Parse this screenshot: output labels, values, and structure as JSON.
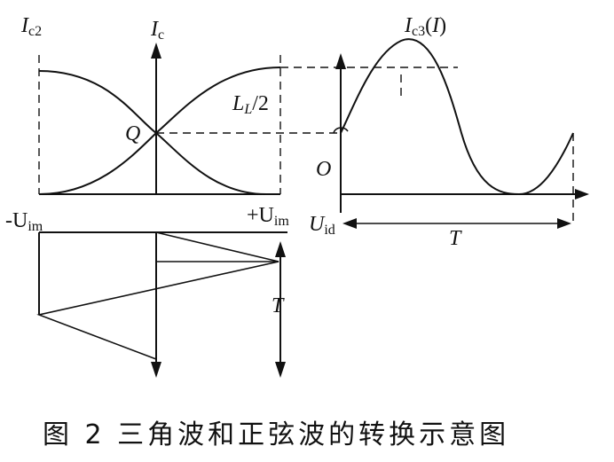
{
  "labels": {
    "ic2": {
      "main": "I",
      "sub": "c2"
    },
    "ic": {
      "main": "I",
      "sub": "c"
    },
    "ic3": {
      "main": "I",
      "sub": "c3",
      "suffix_open": "(",
      "suffix_var": "I",
      "suffix_close": ")"
    },
    "ll2": {
      "main": "L",
      "sub": "L",
      "suffix": "/2"
    },
    "q": "Q",
    "o": "O",
    "uim_neg": {
      "prefix": "-U",
      "sub": "im"
    },
    "uim_pos": {
      "prefix": "+U",
      "sub": "im"
    },
    "uid": {
      "main": "U",
      "sub": "id"
    },
    "t_right": "T",
    "t_left": "T"
  },
  "caption": "图 2   三角波和正弦波的转换示意图",
  "colors": {
    "ink": "#111111",
    "background": "#ffffff"
  }
}
